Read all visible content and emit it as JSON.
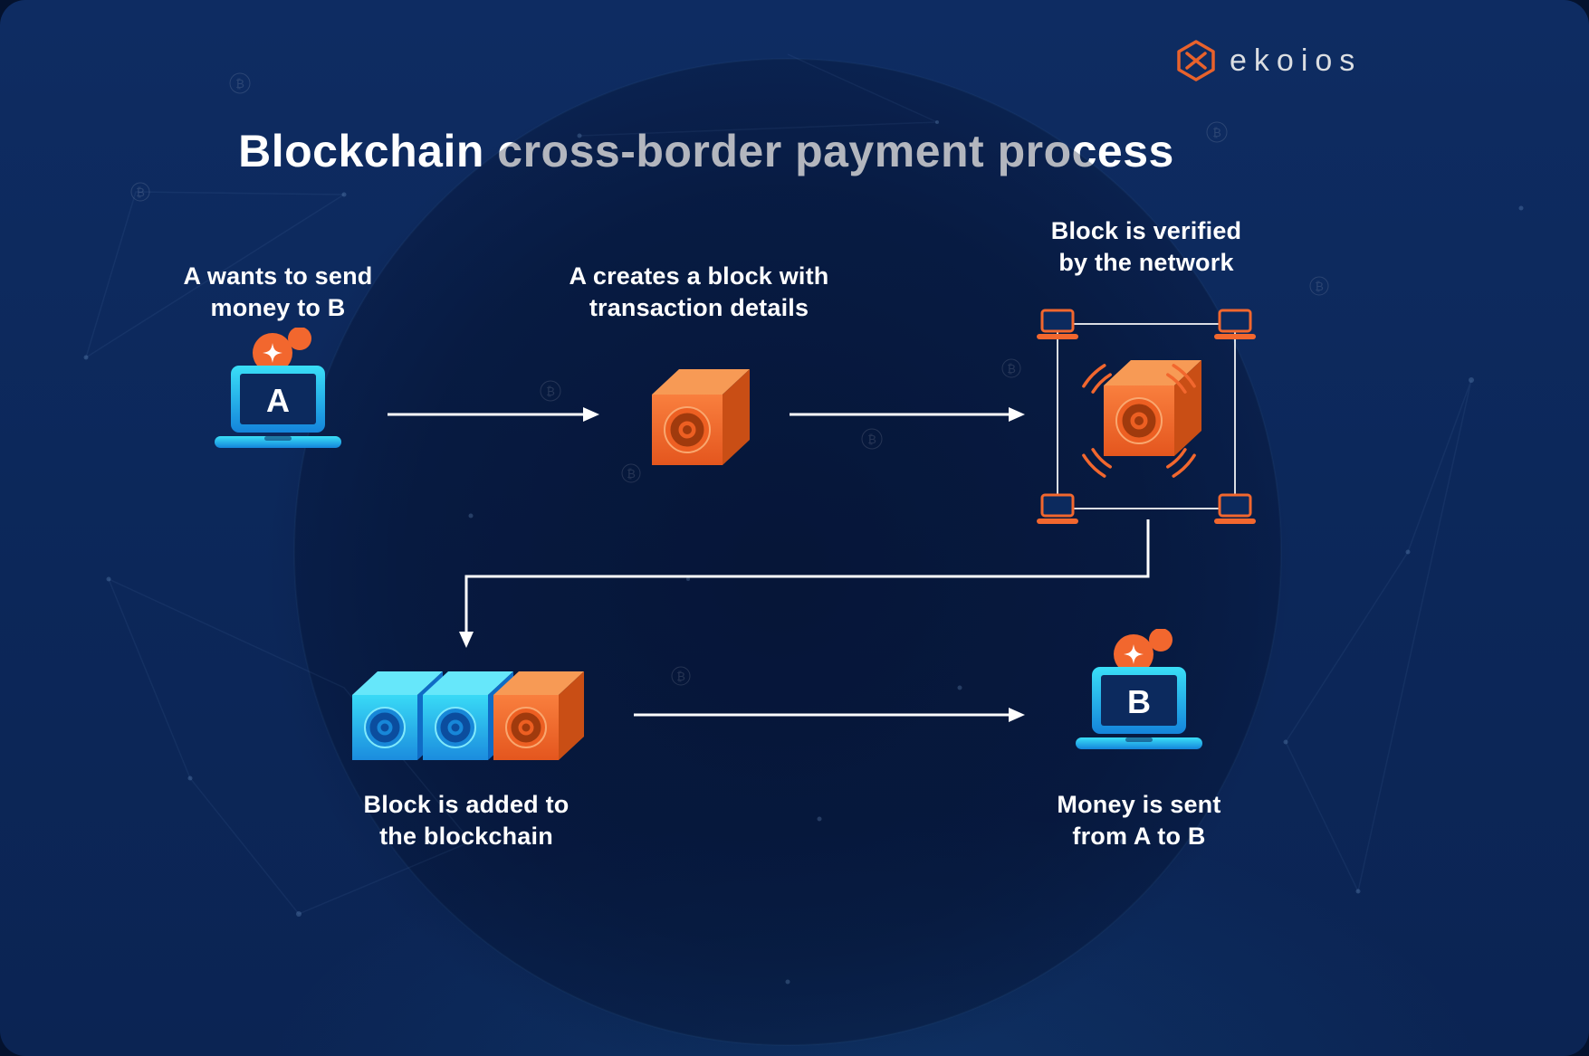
{
  "brand": {
    "name": "ekoios"
  },
  "title": "Blockchain cross-border payment process",
  "steps": {
    "step1": {
      "label": "A wants to send\nmoney to B",
      "device_letter": "A"
    },
    "step2": {
      "label": "A creates a block with\ntransaction details"
    },
    "step3": {
      "label": "Block is verified\nby the network"
    },
    "step4": {
      "label": "Block is added to\nthe blockchain"
    },
    "step5": {
      "label": "Money is sent\nfrom A to B",
      "device_letter": "B"
    }
  },
  "colors": {
    "background": "#0C2759",
    "accent_orange": "#F2672E",
    "accent_cyan": "#2ED5F4",
    "accent_blue": "#1B8BE0",
    "text": "#FFFFFF"
  }
}
